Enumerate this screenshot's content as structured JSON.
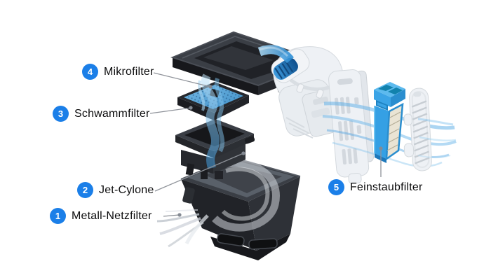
{
  "figure": {
    "description_visible_text_only": "Exploded vacuum filtration diagram with five numbered callouts",
    "labels": [
      {
        "number": "1",
        "name": "Metall-Netzfilter"
      },
      {
        "number": "2",
        "name": "Jet-Cylone"
      },
      {
        "number": "3",
        "name": "Schwammfilter"
      },
      {
        "number": "4",
        "name": "Mikrofilter"
      },
      {
        "number": "5",
        "name": "Feinstaubfilter"
      }
    ],
    "colors": {
      "background": "#ffffff",
      "badge_blue": "#1b7fe8",
      "label_text": "#0b0b0c",
      "leader_line": "#8e9299",
      "dark_part": "#3a3e45",
      "dark_part_deep": "#17181c",
      "blue_filter": "#35a0e4",
      "airflow_blue": "#58abe6",
      "white_part": "#eef1f5",
      "white_part_edge": "#d4d9de"
    }
  }
}
